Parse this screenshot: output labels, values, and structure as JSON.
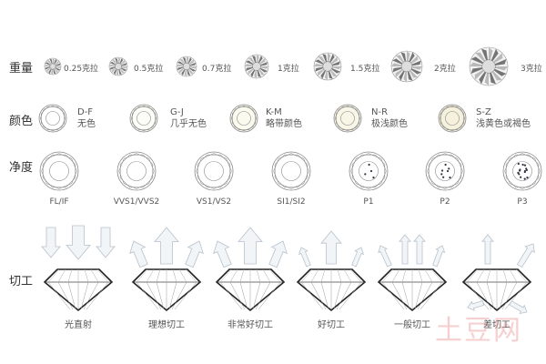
{
  "rows": {
    "weight": {
      "label": "重量",
      "items": [
        "0.25克拉",
        "0.5克拉",
        "0.7克拉",
        "1克拉",
        "1.5克拉",
        "2克拉",
        "3克拉"
      ]
    },
    "color": {
      "label": "颜色",
      "items": [
        {
          "grade": "D-F",
          "desc": "无色",
          "tint": "#ffffff"
        },
        {
          "grade": "G-J",
          "desc": "几乎无色",
          "tint": "#fdfdf8"
        },
        {
          "grade": "K-M",
          "desc": "略带颜色",
          "tint": "#fbfaef"
        },
        {
          "grade": "N-R",
          "desc": "极浅颜色",
          "tint": "#f8f6e6"
        },
        {
          "grade": "S-Z",
          "desc": "浅黄色或褐色",
          "tint": "#f5f1dc"
        }
      ]
    },
    "clarity": {
      "label": "净度",
      "items": [
        {
          "grade": "FL/IF",
          "inclusions": 0
        },
        {
          "grade": "VVS1/VVS2",
          "inclusions": 0
        },
        {
          "grade": "VS1/VS2",
          "inclusions": 0
        },
        {
          "grade": "SI1/SI2",
          "inclusions": 0
        },
        {
          "grade": "P1",
          "inclusions": 4
        },
        {
          "grade": "P2",
          "inclusions": 7
        },
        {
          "grade": "P3",
          "inclusions": 14
        }
      ]
    },
    "cut": {
      "label": "切工",
      "items": [
        "光直射",
        "理想切工",
        "非常好切工",
        "好切工",
        "一般切工",
        "差切工"
      ]
    }
  },
  "watermark": "土豆网"
}
